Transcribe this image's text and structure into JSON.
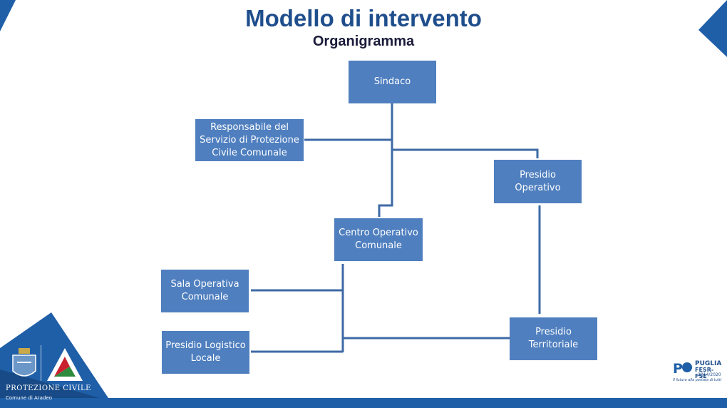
{
  "header": {
    "title": "Modello di intervento",
    "subtitle": "Organigramma"
  },
  "nodes": {
    "sindaco": "Sindaco",
    "responsabile": "Responsabile del Servizio di Protezione Civile Comunale",
    "presidio_operativo": "Presidio Operativo",
    "centro_operativo": "Centro Operativo Comunale",
    "sala_operativa": "Sala Operativa Comunale",
    "presidio_logistico": "Presidio Logistico Locale",
    "presidio_territoriale": "Presidio Territoriale"
  },
  "footer": {
    "org_name": "PROTEZIONE CIVILE",
    "comune": "Comune di Aradeo",
    "puglia_brand": "PUGLIA",
    "puglia_fund": "FESR-FSE",
    "puglia_years": "2014/2020",
    "puglia_tagline": "Il futuro alla portata di tutti"
  },
  "colors": {
    "title": "#1f4e8c",
    "node_fill": "#4f7fbf",
    "connector": "#3e6aa6",
    "band": "#1f5fa8"
  }
}
